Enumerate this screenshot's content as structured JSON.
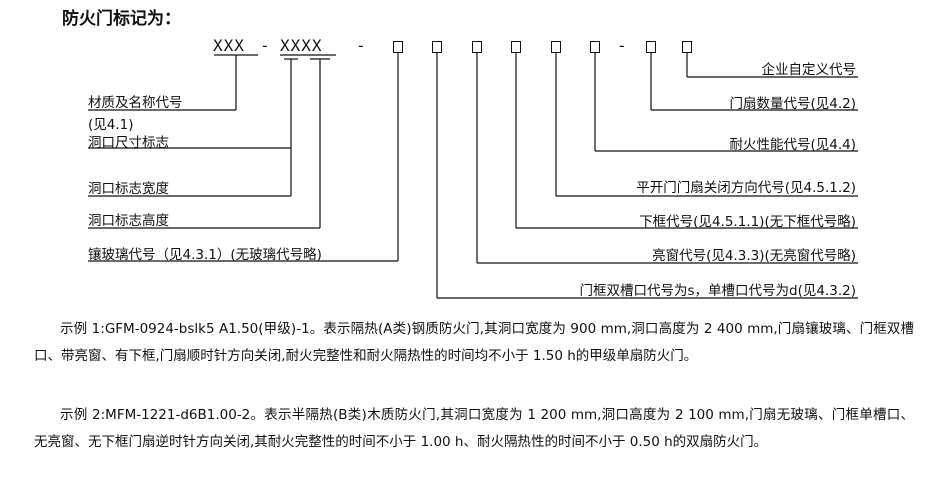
{
  "heading": "防火门标记为：",
  "code": {
    "material_part": "XXX",
    "separator": "-",
    "size_part": "XXXX",
    "dash1": "-",
    "dash2": "-"
  },
  "left_labels": [
    "材质及名称代号",
    "(见4.1)",
    "洞口尺寸标志",
    "洞口标志宽度",
    "洞口标志高度",
    "镶玻璃代号（见4.3.1）(无玻璃代号略)"
  ],
  "right_labels": [
    "企业自定义代号",
    "门扇数量代号(见4.2)",
    "耐火性能代号(见4.4)",
    "平开门门扇关闭方向代号(见4.5.1.2)",
    "下框代号(见4.5.1.1)(无下框代号略)",
    "亮窗代号(见4.3.3)(无亮窗代号略)",
    "门框双槽口代号为s，单槽口代号为d(见4.3.2)"
  ],
  "examples": [
    "示例 1:GFM-0924-bslk5 A1.50(甲级)-1。表示隔热(A类)钢质防火门,其洞口宽度为 900 mm,洞口高度为 2 400 mm,门扇镶玻璃、门框双槽口、带亮窗、有下框,门扇顺时针方向关闭,耐火完整性和耐火隔热性的时间均不小于 1.50 h的甲级单扇防火门。",
    "示例 2:MFM-1221-d6B1.00-2。表示半隔热(B类)木质防火门,其洞口宽度为 1 200 mm,洞口高度为 2 100 mm,门扇无玻璃、门框单槽口、无亮窗、无下框门扇逆时针方向关闭,其耐火完整性的时间不小于 1.00 h、耐火隔热性的时间不小于 0.50 h的双扇防火门。"
  ]
}
